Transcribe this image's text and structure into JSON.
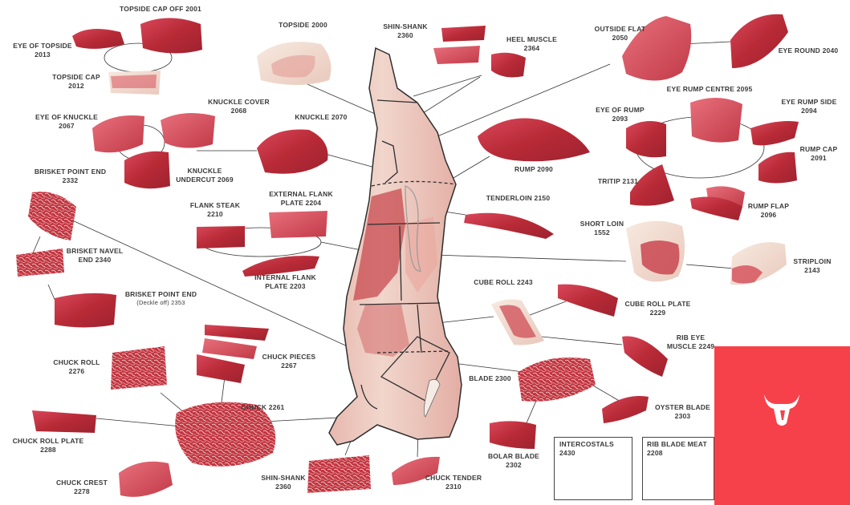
{
  "colors": {
    "brand": "#f7414a",
    "meat": "#c8303a",
    "fat": "#f2e0d6",
    "line": "#333333"
  },
  "brand_logo": {
    "icon": "bull-head-icon"
  },
  "labels": {
    "topside_cap_off": [
      "TOPSIDE CAP OFF 2001"
    ],
    "eye_of_topside": [
      "EYE OF TOPSIDE",
      "2013"
    ],
    "topside_cap": [
      "TOPSIDE CAP",
      "2012"
    ],
    "topside": [
      "TOPSIDE 2000"
    ],
    "shin_shank_top": [
      "SHIN-SHANK",
      "2360"
    ],
    "heel_muscle": [
      "HEEL MUSCLE",
      "2364"
    ],
    "outside_flat": [
      "OUTSIDE FLAT",
      "2050"
    ],
    "eye_round": [
      "EYE ROUND 2040"
    ],
    "eye_rump_centre": [
      "EYE RUMP CENTRE 2095"
    ],
    "eye_of_rump": [
      "EYE OF RUMP",
      "2093"
    ],
    "eye_rump_side": [
      "EYE RUMP SIDE",
      "2094"
    ],
    "rump_cap": [
      "RUMP CAP",
      "2091"
    ],
    "rump": [
      "RUMP 2090"
    ],
    "tritip": [
      "TRITIP 2131"
    ],
    "rump_flap": [
      "RUMP FLAP",
      "2096"
    ],
    "knuckle_cover": [
      "KNUCKLE COVER",
      "2068"
    ],
    "knuckle": [
      "KNUCKLE 2070"
    ],
    "eye_of_knuckle": [
      "EYE OF KNUCKLE",
      "2067"
    ],
    "knuckle_undercut": [
      "KNUCKLE",
      "UNDERCUT 2069"
    ],
    "brisket_point_end": [
      "BRISKET POINT END",
      "2332"
    ],
    "tenderloin": [
      "TENDERLOIN 2150"
    ],
    "short_loin": [
      "SHORT LOIN",
      "1552"
    ],
    "striploin": [
      "STRIPLOIN",
      "2143"
    ],
    "flank_steak": [
      "FLANK STEAK",
      "2210"
    ],
    "external_flank": [
      "EXTERNAL FLANK",
      "PLATE 2204"
    ],
    "internal_flank": [
      "INTERNAL FLANK",
      "PLATE 2203"
    ],
    "brisket_navel_end": [
      "BRISKET NAVEL",
      "END 2340"
    ],
    "brisket_point_end_deckle": [
      "BRISKET POINT END",
      "(Deckle off) 2353"
    ],
    "cube_roll": [
      "CUBE ROLL 2243"
    ],
    "cube_roll_plate": [
      "CUBE ROLL PLATE",
      "2229"
    ],
    "rib_eye_muscle": [
      "RIB EYE",
      "MUSCLE 2249"
    ],
    "blade": [
      "BLADE 2300"
    ],
    "oyster_blade": [
      "OYSTER BLADE",
      "2303"
    ],
    "bolar_blade": [
      "BOLAR BLADE",
      "2302"
    ],
    "chuck_roll": [
      "CHUCK ROLL",
      "2276"
    ],
    "chuck_pieces": [
      "CHUCK PIECES",
      "2267"
    ],
    "chuck": [
      "CHUCK 2261"
    ],
    "chuck_roll_plate": [
      "CHUCK ROLL PLATE",
      "2288"
    ],
    "chuck_crest": [
      "CHUCK CREST",
      "2278"
    ],
    "shin_shank_bottom": [
      "SHIN-SHANK",
      "2360"
    ],
    "chuck_tender": [
      "CHUCK TENDER",
      "2310"
    ],
    "intercostals": [
      "INTERCOSTALS",
      "2430"
    ],
    "rib_blade_meat": [
      "RIB BLADE MEAT",
      "2208"
    ]
  }
}
